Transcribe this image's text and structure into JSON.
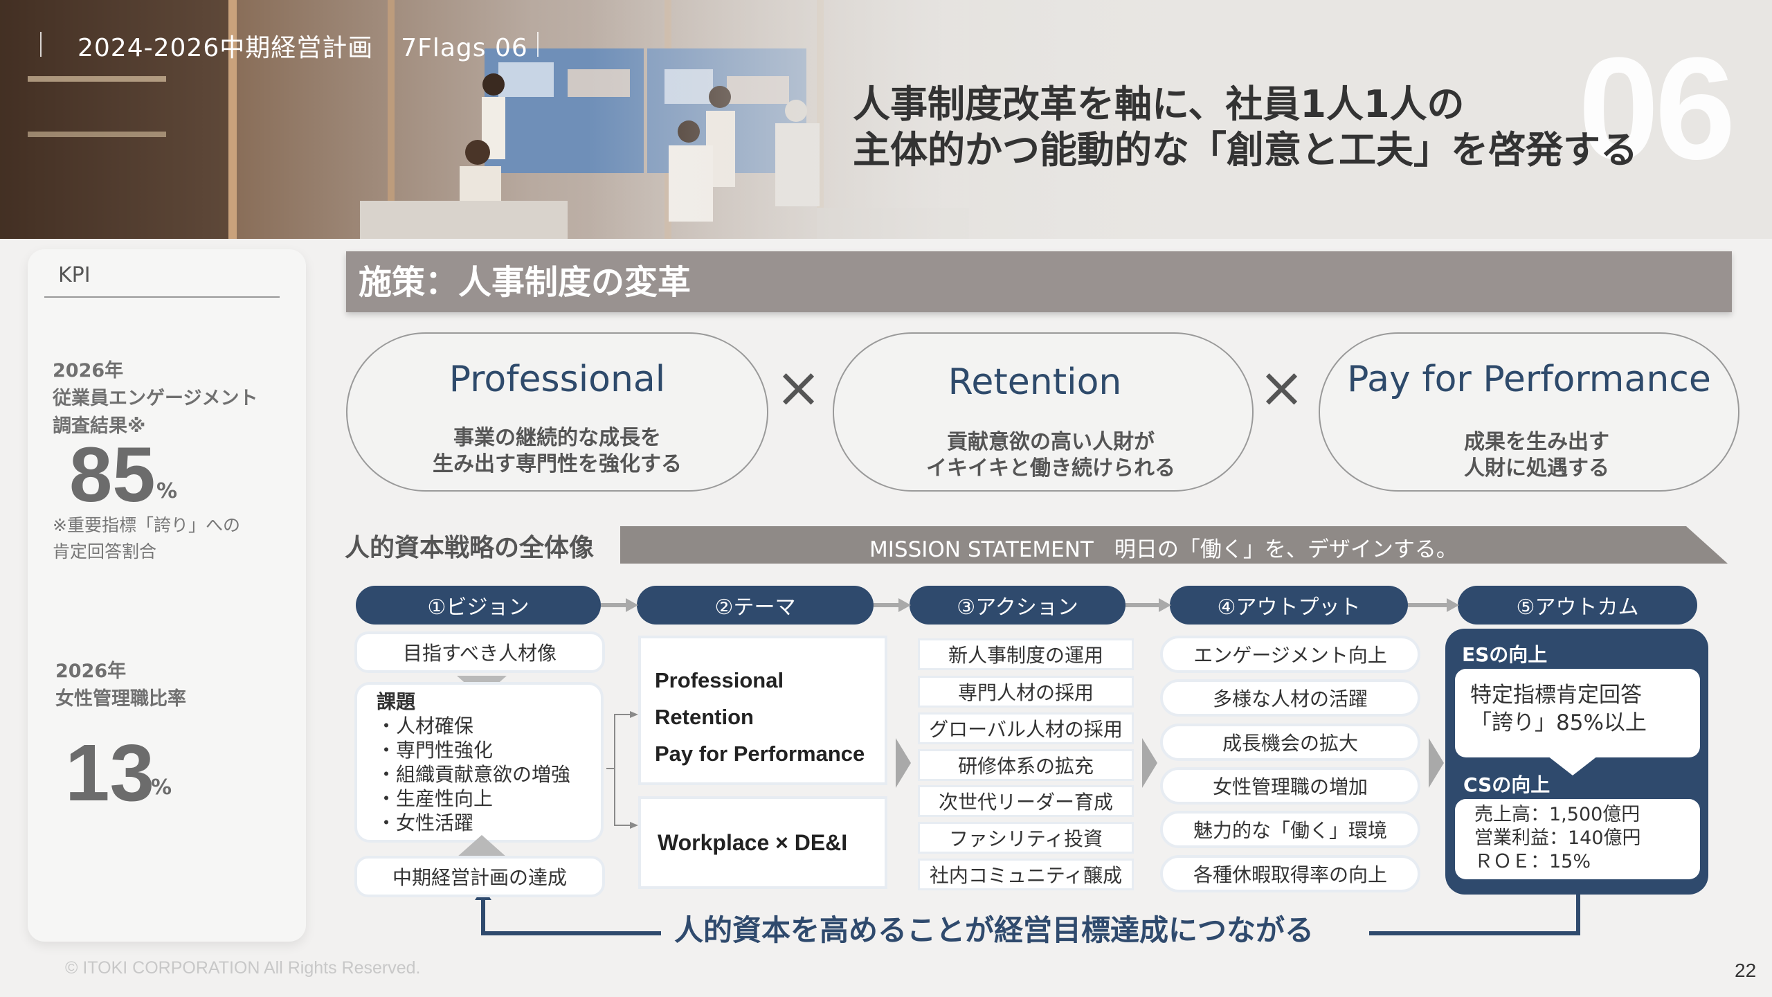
{
  "header": {
    "doc_title": "2024-2026中期経営計画",
    "flag": "7Flags 06",
    "big_number": "06",
    "title_line1": "人事制度改革を軸に、社員1人1人の",
    "title_line2": "主体的かつ能動的な「創意と工夫」を啓発する"
  },
  "kpi": {
    "heading": "KPI",
    "item1": {
      "label_lines": [
        "2026年",
        "従業員エンゲージメント",
        "調査結果※"
      ],
      "value": "85",
      "unit": "%",
      "note_lines": [
        "※重要指標「誇り」への",
        "肯定回答割合"
      ]
    },
    "item2": {
      "label_lines": [
        "2026年",
        "女性管理職比率"
      ],
      "value": "13",
      "unit": "%"
    }
  },
  "section": {
    "title": "施策：人事制度の変革"
  },
  "pillars": [
    {
      "title": "Professional",
      "sub_lines": [
        "事業の継続的な成長を",
        "生み出す専門性を強化する"
      ]
    },
    {
      "title": "Retention",
      "sub_lines": [
        "貢献意欲の高い人財が",
        "イキイキと働き続けられる"
      ]
    },
    {
      "title": "Pay for Performance",
      "sub_lines": [
        "成果を生み出す",
        "人財に処遇する"
      ]
    }
  ],
  "cross_symbol": "×",
  "strategy": {
    "label": "人的資本戦略の全体像",
    "mission_en": "MISSION STATEMENT",
    "mission_jp": "明日の「働く」を、デザインする。"
  },
  "steps": [
    "①ビジョン",
    "②テーマ",
    "③アクション",
    "④アウトプット",
    "⑤アウトカム"
  ],
  "vision": {
    "top": "目指すべき人材像",
    "issues_title": "課題",
    "issues": [
      "・人材確保",
      "・専門性強化",
      "・組織貢献意欲の増強",
      "・生産性向上",
      "・女性活躍"
    ],
    "bottom": "中期経営計画の達成"
  },
  "themes": {
    "box1": [
      "Professional",
      "Retention",
      "Pay for Performance"
    ],
    "box2": "Workplace × DE&I"
  },
  "actions": [
    "新人事制度の運用",
    "専門人材の採用",
    "グローバル人材の採用",
    "研修体系の拡充",
    "次世代リーダー育成",
    "ファシリティ投資",
    "社内コミュニティ醸成"
  ],
  "outputs": [
    "エンゲージメント向上",
    "多様な人材の活躍",
    "成長機会の拡大",
    "女性管理職の増加",
    "魅力的な「働く」環境",
    "各種休暇取得率の向上"
  ],
  "outcome": {
    "es_title": "ESの向上",
    "es_lines": [
      "特定指標肯定回答",
      "「誇り」85%以上"
    ],
    "cs_title": "CSの向上",
    "cs_lines": [
      "売上高：1,500億円",
      "営業利益：140億円",
      "ＲＯＥ：15%"
    ]
  },
  "bottom_message": "人的資本を高めることが経営目標達成につながる",
  "footer": {
    "copyright": "© ITOKI CORPORATION All Rights Reserved.",
    "page": "22"
  },
  "colors": {
    "navy": "#2f4a6d",
    "banner_gray": "#999290",
    "mission_gray": "#8f8a87"
  }
}
